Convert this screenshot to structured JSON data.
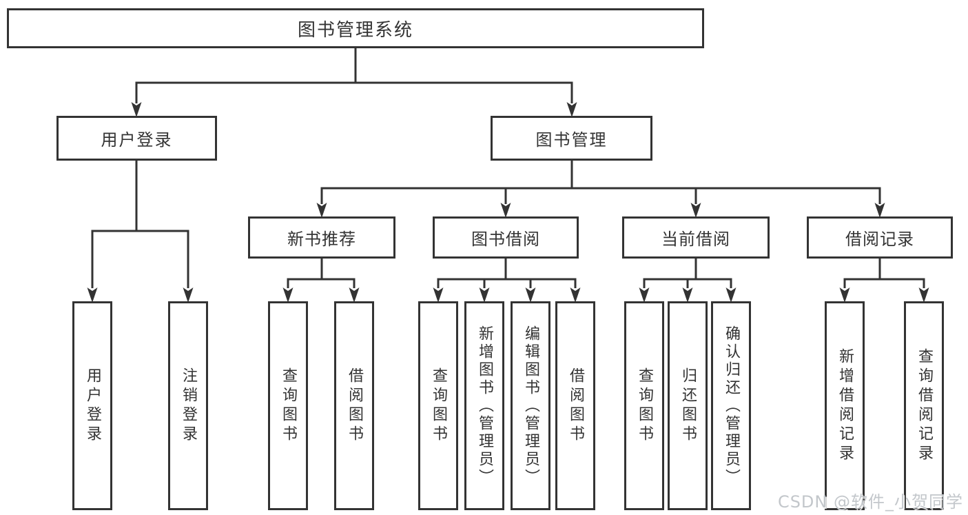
{
  "diagram": {
    "root": {
      "label": "图书管理系统"
    },
    "level2": [
      {
        "id": "user-login-group",
        "label": "用户登录"
      },
      {
        "id": "book-management",
        "label": "图书管理"
      }
    ],
    "level3": [
      {
        "id": "new-book-recommend",
        "label": "新书推荐"
      },
      {
        "id": "book-borrowing",
        "label": "图书借阅"
      },
      {
        "id": "current-borrowing",
        "label": "当前借阅"
      },
      {
        "id": "borrowing-records",
        "label": "借阅记录"
      }
    ],
    "leaves": {
      "user_login": [
        "用户登录",
        "注销登录"
      ],
      "new_book": [
        "查询图书",
        "借阅图书"
      ],
      "book_borrowing": [
        "查询图书",
        "新增图书（管理员）",
        "编辑图书（管理员）",
        "借阅图书"
      ],
      "current_borrowing": [
        "查询图书",
        "归还图书",
        "确认归还（管理员）"
      ],
      "borrowing_records": [
        "新增借阅记录",
        "查询借阅记录"
      ]
    }
  },
  "watermark": "CSDN @软件_小贺同学",
  "colors": {
    "line": "#333333",
    "text": "#333333",
    "box_background": "#ffffff",
    "watermark": "#c3c7cb",
    "background": "#ffffff"
  }
}
